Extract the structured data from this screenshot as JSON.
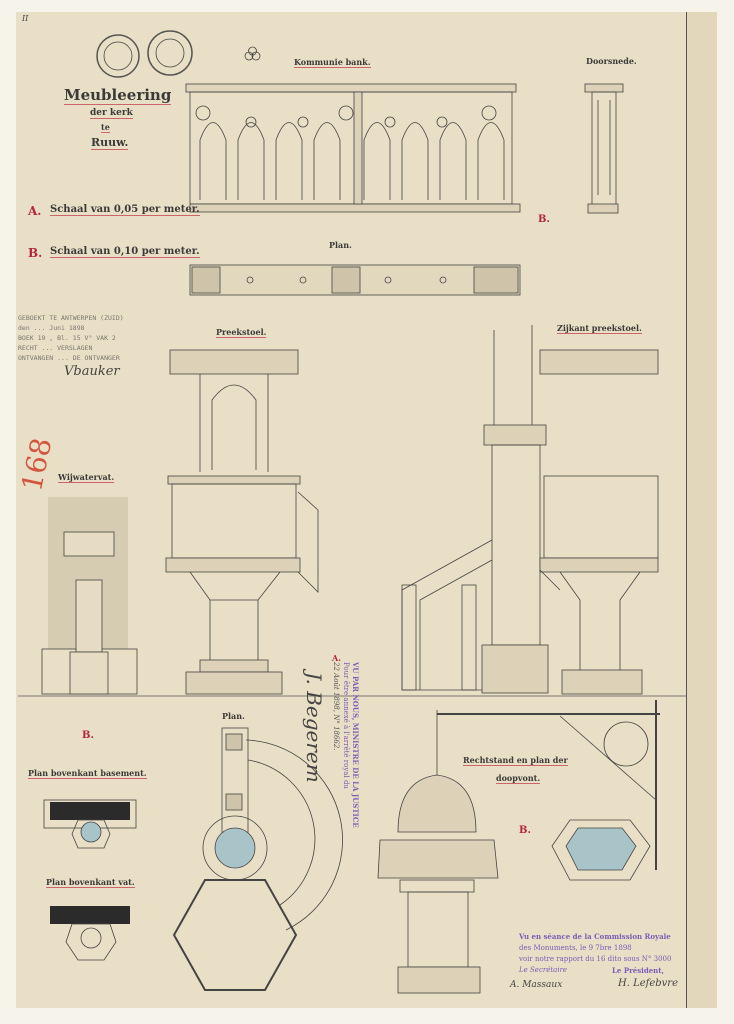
{
  "corner_mark": "II",
  "title": {
    "line1": "Meubleering",
    "line2": "der kerk",
    "line3": "te",
    "line4": "Ruuw."
  },
  "scales": {
    "a_marker": "A.",
    "a_text": "Schaal van 0,05 per meter.",
    "b_marker": "B.",
    "b_text": "Schaal van 0,10 per meter."
  },
  "drawings": {
    "communion_bench": "Kommunie bank.",
    "section": "Doorsnede.",
    "plan_top": "Plan.",
    "pulpit": "Preekstoel.",
    "pulpit_side": "Zijkant preekstoel.",
    "holy_water": "Wijwatervat.",
    "plan_base": "Plan bovenkant basement.",
    "plan_basin": "Plan bovenkant vat.",
    "plan_pulpit": "Plan.",
    "font_line1": "Rechtstand en plan der",
    "font_line2": "doopvont."
  },
  "markers": {
    "b1": "B.",
    "b2": "B.",
    "b3": "B.",
    "a2": "A."
  },
  "archive_number": "168",
  "registration_stamp": {
    "line1": "GEBOEKT TE ANTWERPEN (ZUID)",
    "line2": "den ... Juni 1898",
    "line3": "BOEK 19 , Bl. 15 V°  VAK 2",
    "line4": "RECHT  ... VERSLAGEN",
    "line5": "ONTVANGEN  ... DE ONTVANGER",
    "signature": "Vbauker"
  },
  "ministry_stamp": {
    "line1": "VU PAR NOUS, MINISTRE DE LA JUSTICE",
    "line2": "Pour être annexé à l'arrêté royal du",
    "line3": "22 Août 1898, N° 18662.",
    "signature": "J. Begerem"
  },
  "commission_stamp": {
    "line1": "Vu en séance de la Commission Royale",
    "line2": "des Monuments, le 9 7bre 1898",
    "line3": "voir notre rapport du 16 dito sous N° 3000",
    "secretary_label": "Le Secrétaire",
    "president_label": "Le Président,",
    "secretary_signature": "A. Massaux",
    "president_signature": "H. Lefebvre"
  },
  "colors": {
    "paper": "#e9dfc6",
    "ink": "#3a3a3a",
    "red": "#b3263a",
    "violet": "#7b5cb6",
    "blue_wash": "#a9c4c8"
  }
}
